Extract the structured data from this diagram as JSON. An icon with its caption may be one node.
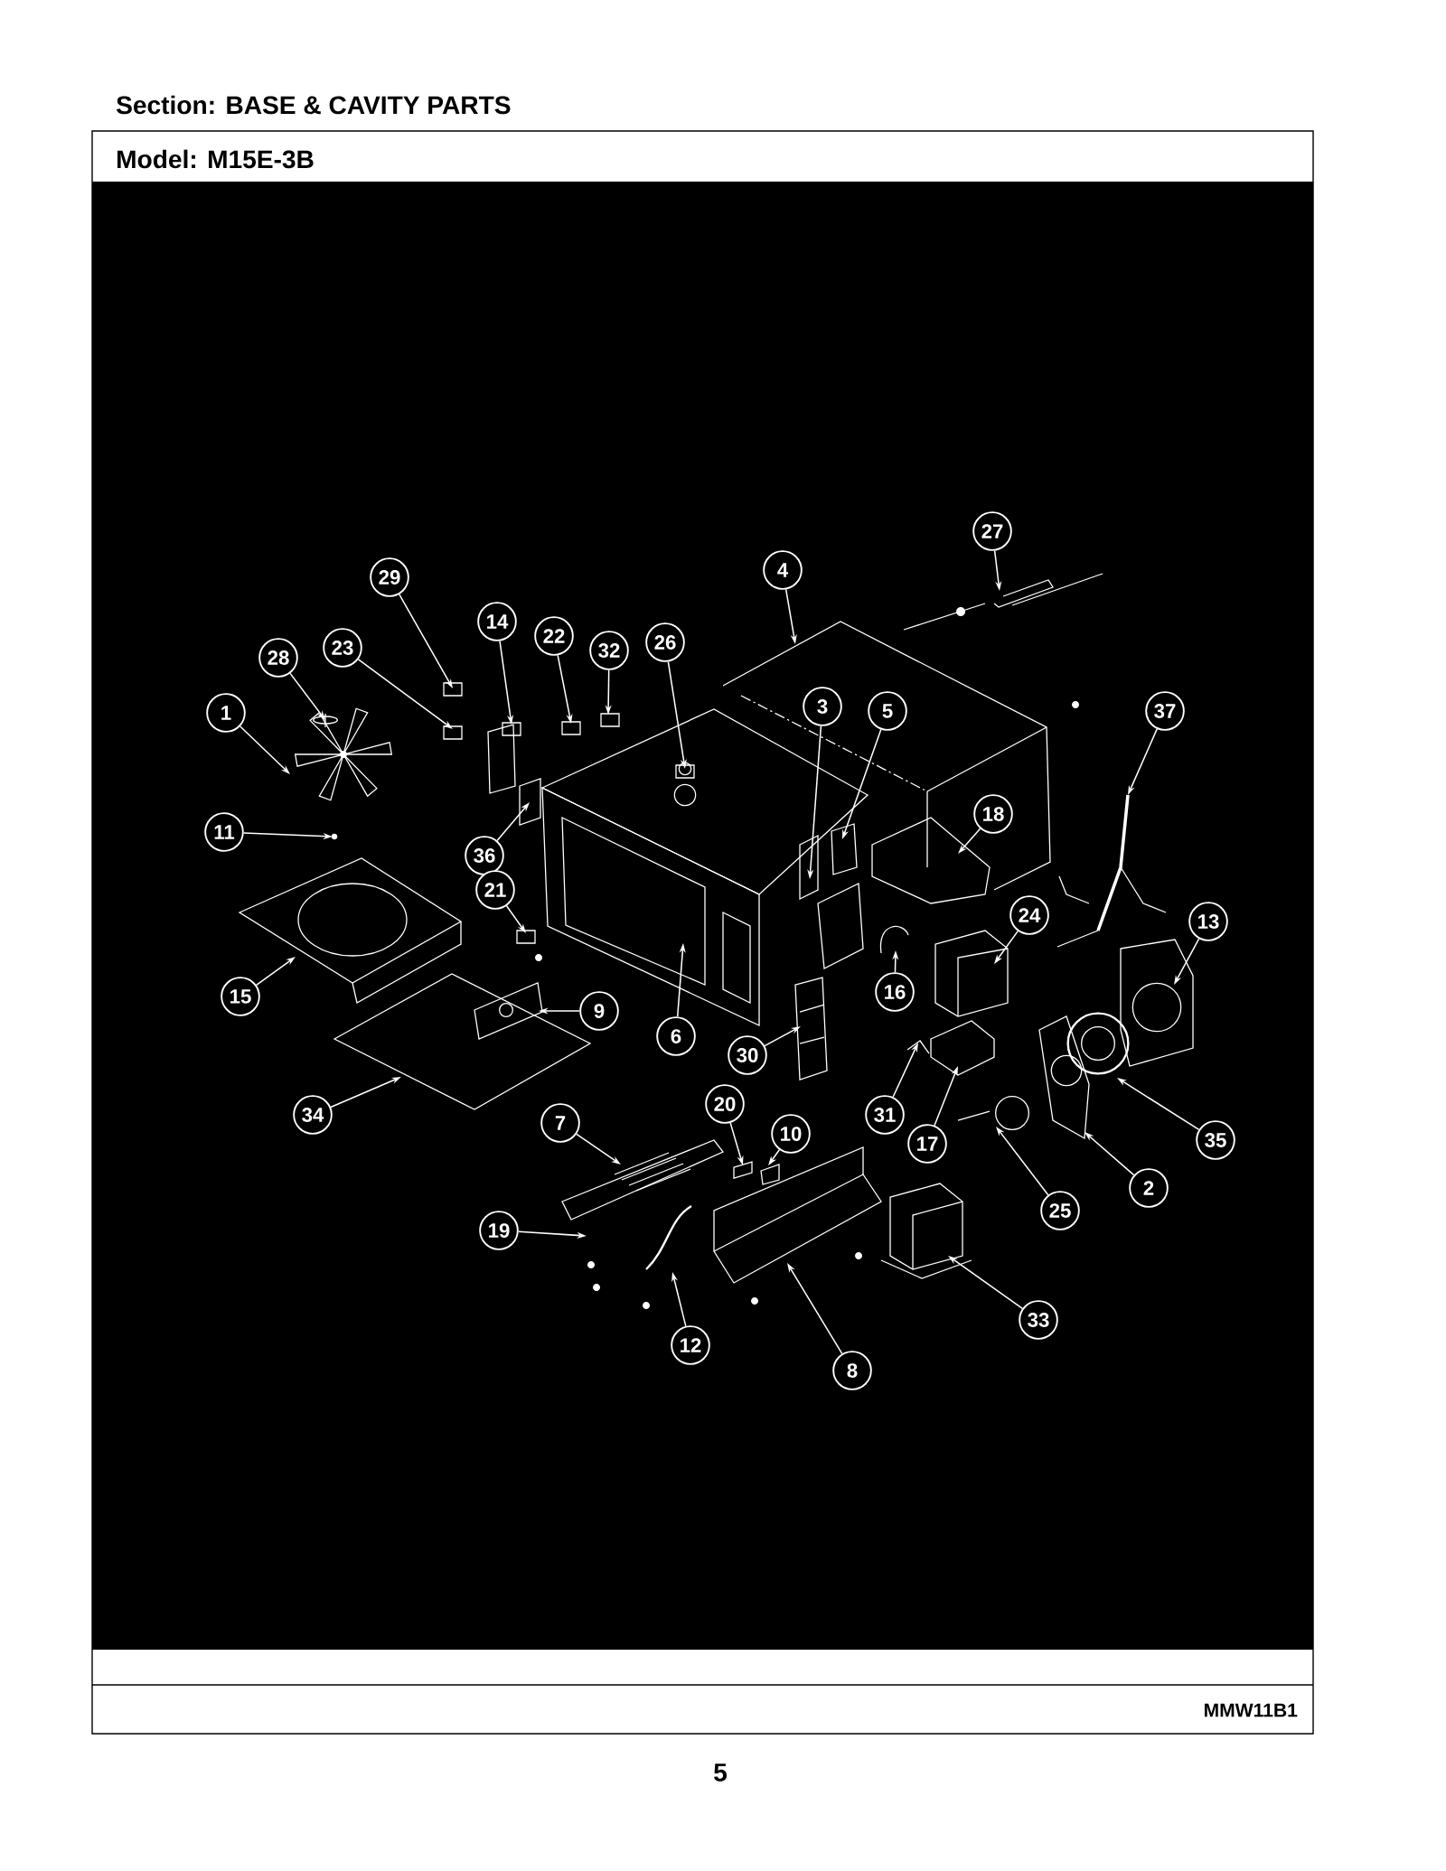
{
  "diagram": {
    "title": "Section:  BASE & CAVITY PARTS",
    "nodes": [
      {
        "text": [
          "27"
        ]
      },
      {
        "text": [
          "4"
        ]
      },
      {
        "text": [
          "29"
        ]
      },
      {
        "text": [
          "14"
        ]
      },
      {
        "text": [
          "22"
        ]
      },
      {
        "text": [
          "32"
        ]
      },
      {
        "text": [
          "26"
        ]
      },
      {
        "text": [
          "28"
        ]
      },
      {
        "text": [
          "23"
        ]
      },
      {
        "text": [
          "1"
        ]
      },
      {
        "text": [
          "3"
        ]
      },
      {
        "text": [
          "5"
        ]
      },
      {
        "text": [
          "37"
        ]
      },
      {
        "text": [
          "18"
        ]
      },
      {
        "text": [
          "11"
        ]
      },
      {
        "text": [
          "36"
        ]
      },
      {
        "text": [
          "21"
        ]
      },
      {
        "text": [
          "24"
        ]
      },
      {
        "text": [
          "13"
        ]
      },
      {
        "text": [
          "16"
        ]
      },
      {
        "text": [
          "15"
        ]
      },
      {
        "text": [
          "9"
        ]
      },
      {
        "text": [
          "6"
        ]
      },
      {
        "text": [
          "30"
        ]
      },
      {
        "text": [
          "31"
        ]
      },
      {
        "text": [
          "17"
        ]
      },
      {
        "text": [
          "35"
        ]
      },
      {
        "text": [
          "20"
        ]
      },
      {
        "text": [
          "10"
        ]
      },
      {
        "text": [
          "34"
        ]
      },
      {
        "text": [
          "7"
        ]
      },
      {
        "text": [
          "2"
        ]
      },
      {
        "text": [
          "25"
        ]
      },
      {
        "text": [
          "19"
        ]
      },
      {
        "text": [
          "33"
        ]
      },
      {
        "text": [
          "12"
        ]
      },
      {
        "text": [
          "8"
        ]
      }
    ],
    "edges": [
      {
        "from": 0,
        "to": null,
        "arrow": "to"
      },
      {
        "from": 1,
        "to": null,
        "arrow": "to"
      },
      {
        "from": 2,
        "to": null,
        "arrow": "to"
      },
      {
        "from": 3,
        "to": null,
        "arrow": "to"
      },
      {
        "from": 4,
        "to": null,
        "arrow": "to"
      },
      {
        "from": 5,
        "to": null,
        "arrow": "to"
      },
      {
        "from": 6,
        "to": null,
        "arrow": "to"
      },
      {
        "from": 7,
        "to": null,
        "arrow": "to"
      },
      {
        "from": 8,
        "to": null,
        "arrow": "to"
      },
      {
        "from": 9,
        "to": null,
        "arrow": "to"
      },
      {
        "from": 10,
        "to": null,
        "arrow": "to"
      },
      {
        "from": 11,
        "to": null,
        "arrow": "to"
      },
      {
        "from": 12,
        "to": null,
        "arrow": "to"
      },
      {
        "from": 13,
        "to": null,
        "arrow": "to"
      },
      {
        "from": 14,
        "to": null,
        "arrow": "to"
      },
      {
        "from": 15,
        "to": null,
        "arrow": "to"
      },
      {
        "from": 16,
        "to": null,
        "arrow": "to"
      },
      {
        "from": 17,
        "to": null,
        "arrow": "to"
      },
      {
        "from": 18,
        "to": null,
        "arrow": "to"
      },
      {
        "from": 19,
        "to": null,
        "arrow": "to"
      },
      {
        "from": 20,
        "to": null,
        "arrow": "to"
      },
      {
        "from": 21,
        "to": null,
        "arrow": "to"
      },
      {
        "from": 22,
        "to": null,
        "arrow": "to"
      },
      {
        "from": 23,
        "to": null,
        "arrow": "to"
      },
      {
        "from": 24,
        "to": null,
        "arrow": "to"
      },
      {
        "from": 25,
        "to": null,
        "arrow": "to"
      },
      {
        "from": 26,
        "to": null,
        "arrow": "to"
      },
      {
        "from": 27,
        "to": null,
        "arrow": "to"
      },
      {
        "from": 28,
        "to": null,
        "arrow": "to"
      },
      {
        "from": 29,
        "to": null,
        "arrow": "to"
      },
      {
        "from": 30,
        "to": null,
        "arrow": "to"
      },
      {
        "from": 31,
        "to": null,
        "arrow": "to"
      },
      {
        "from": 32,
        "to": null,
        "arrow": "to"
      },
      {
        "from": 33,
        "to": null,
        "arrow": "to"
      },
      {
        "from": 34,
        "to": null,
        "arrow": "to"
      },
      {
        "from": 35,
        "to": null,
        "arrow": "to"
      },
      {
        "from": 36,
        "to": null,
        "arrow": "to"
      }
    ],
    "labels": [
      "Model:  M15E-3B",
      "MMW11B1",
      "5"
    ]
  }
}
